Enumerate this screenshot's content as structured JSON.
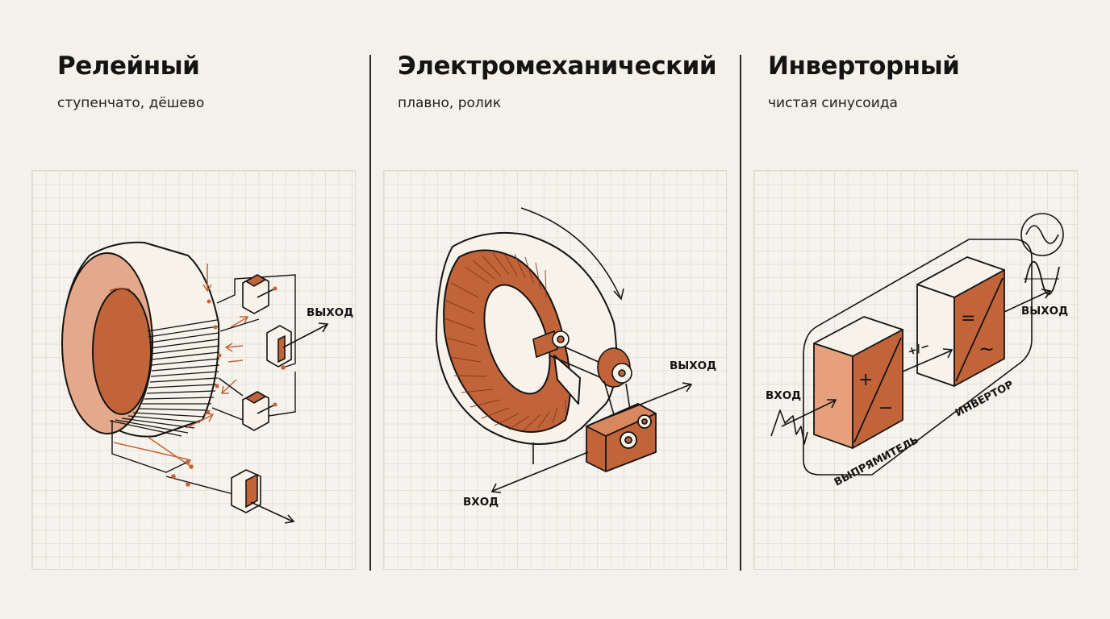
{
  "columns": [
    {
      "title": "Релейный",
      "subtitle": "ступенчато, дёшево",
      "labels": {
        "output": "ВЫХОД"
      }
    },
    {
      "title": "Электромеханический",
      "subtitle": "плавно, ролик",
      "labels": {
        "output": "ВЫХОД",
        "input": "ВХОД"
      }
    },
    {
      "title": "Инверторный",
      "subtitle": "чистая синусоида",
      "labels": {
        "input": "ВХОД",
        "output": "ВЫХОД",
        "dc": "+/−",
        "rectifier": "ВЫПРЯМИТЕЛЬ",
        "inverter": "ИНВЕРТОР",
        "plus": "+",
        "minus": "−",
        "eq": "=",
        "tilde": "~"
      }
    }
  ],
  "colors": {
    "accent": "#c2643a",
    "accent_light": "#e0a27e",
    "accent_dark": "#a84d25",
    "ink": "#141414",
    "background": "#f4f1ea"
  }
}
